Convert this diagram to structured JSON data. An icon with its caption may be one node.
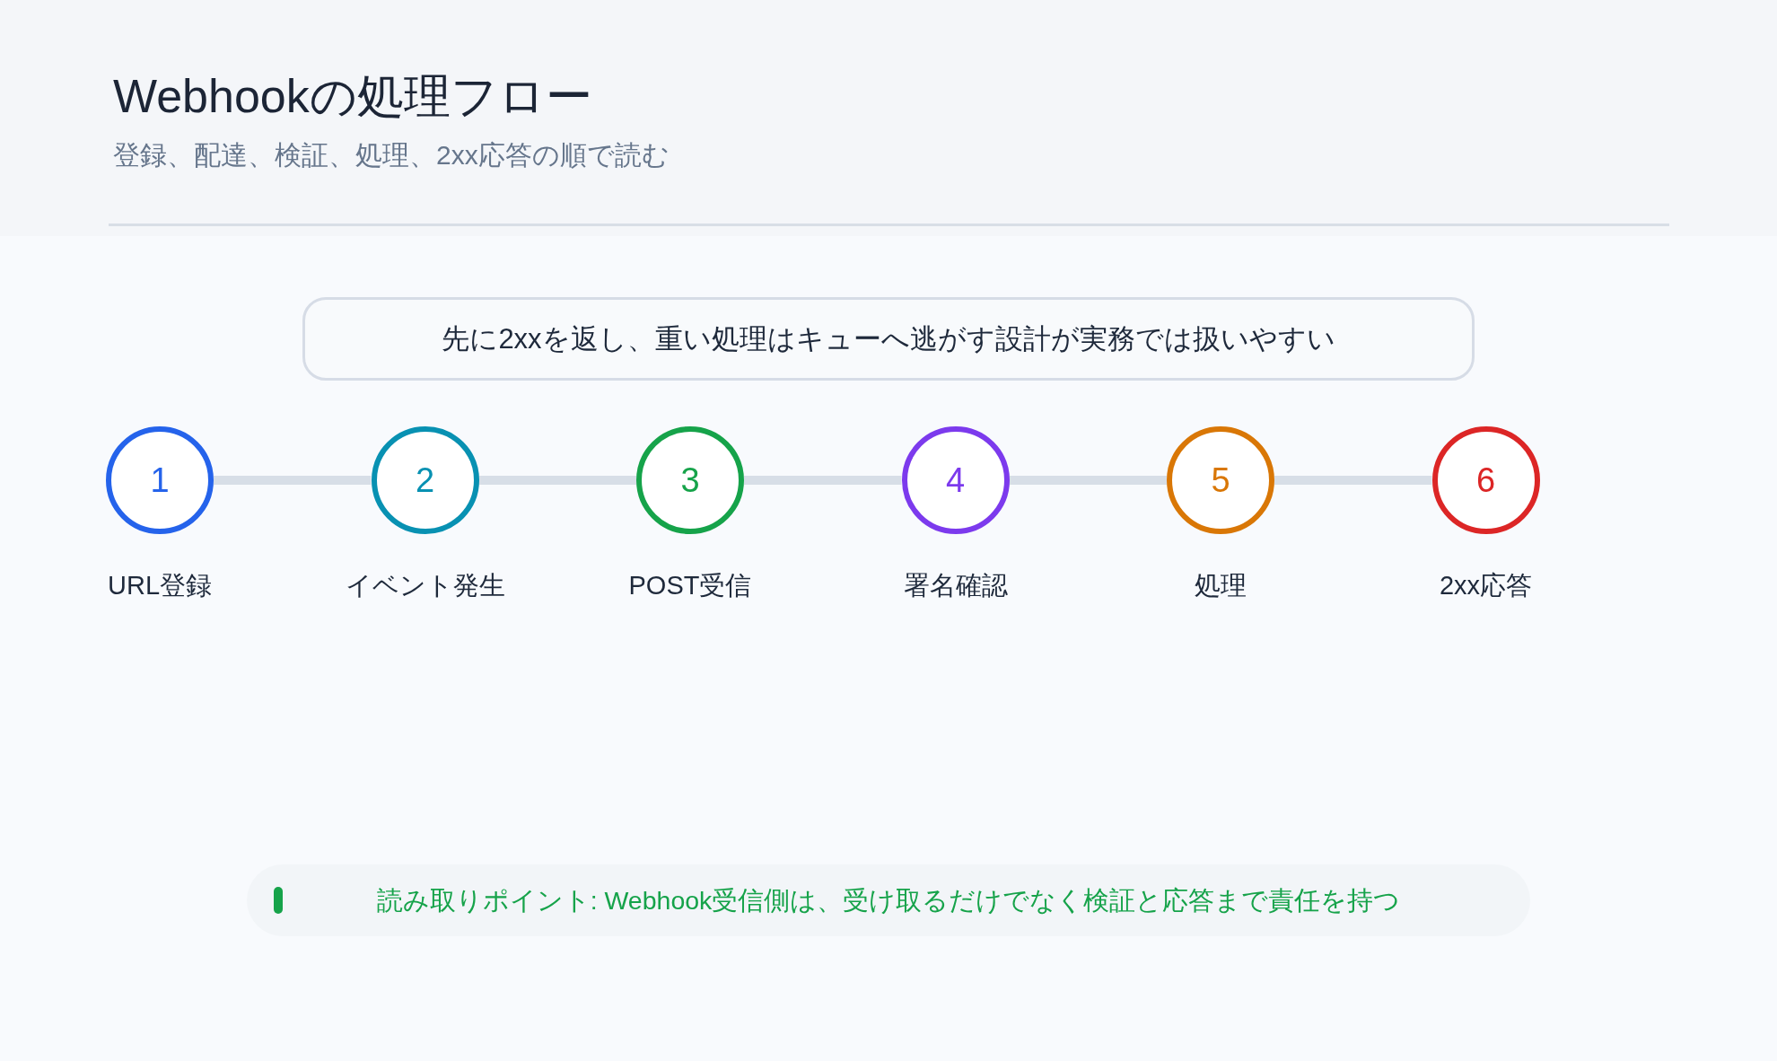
{
  "diagram": {
    "title": "Webhookの処理フロー",
    "nodes": [
      {
        "text": [
          "先に2xxを返し、重い処理はキューへ逃がす設計が実務では扱いやすい"
        ]
      },
      {
        "text": [
          "1"
        ],
        "beside": [
          "URL登録"
        ]
      },
      {
        "text": [
          "2"
        ],
        "beside": [
          "イベント発生"
        ]
      },
      {
        "text": [
          "3"
        ],
        "beside": [
          "POST受信"
        ]
      },
      {
        "text": [
          "4"
        ],
        "beside": [
          "署名確認"
        ]
      },
      {
        "text": [
          "5"
        ],
        "beside": [
          "処理"
        ]
      },
      {
        "text": [
          "6"
        ],
        "beside": [
          "2xx応答"
        ]
      },
      {
        "text": [
          "読み取りポイント: Webhook受信側は、受け取るだけでなく検証と応答まで責任を持つ"
        ]
      }
    ],
    "edges": [
      {
        "from": 1,
        "to": 2,
        "arrow": "none"
      },
      {
        "from": 2,
        "to": 3,
        "arrow": "none"
      },
      {
        "from": 3,
        "to": 4,
        "arrow": "none"
      },
      {
        "from": 4,
        "to": 5,
        "arrow": "none"
      },
      {
        "from": 5,
        "to": 6,
        "arrow": "none"
      }
    ],
    "labels": [
      "登録、配達、検証、処理、2xx応答の順で読む"
    ]
  }
}
